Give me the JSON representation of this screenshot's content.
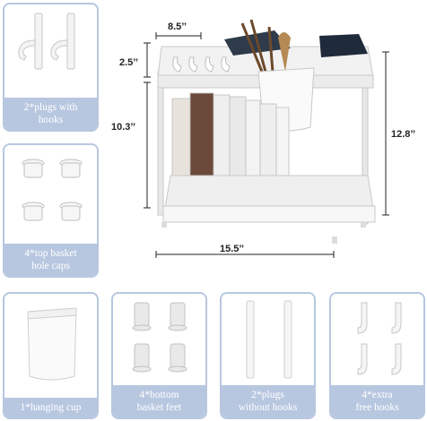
{
  "left_cards": [
    {
      "caption_line1": "2*plugs with",
      "caption_line2": "hooks"
    },
    {
      "caption_line1": "4*top basket",
      "caption_line2": "hole caps"
    }
  ],
  "bottom_cards": [
    {
      "caption_line1": "1*hanging cup",
      "caption_line2": ""
    },
    {
      "caption_line1": "4*bottom",
      "caption_line2": "basket feet"
    },
    {
      "caption_line1": "2*plugs",
      "caption_line2": "without hooks"
    },
    {
      "caption_line1": "4*extra",
      "caption_line2": "free hooks"
    }
  ],
  "dimensions": {
    "top_width": "8.5’’",
    "top_tier_height": "2.5’’",
    "shelf_height": "10.3’’",
    "total_height": "12.8’’",
    "length": "15.5’’"
  },
  "colors": {
    "card_border": "#b8c7e0",
    "caption_bg": "#b8c7e0"
  }
}
